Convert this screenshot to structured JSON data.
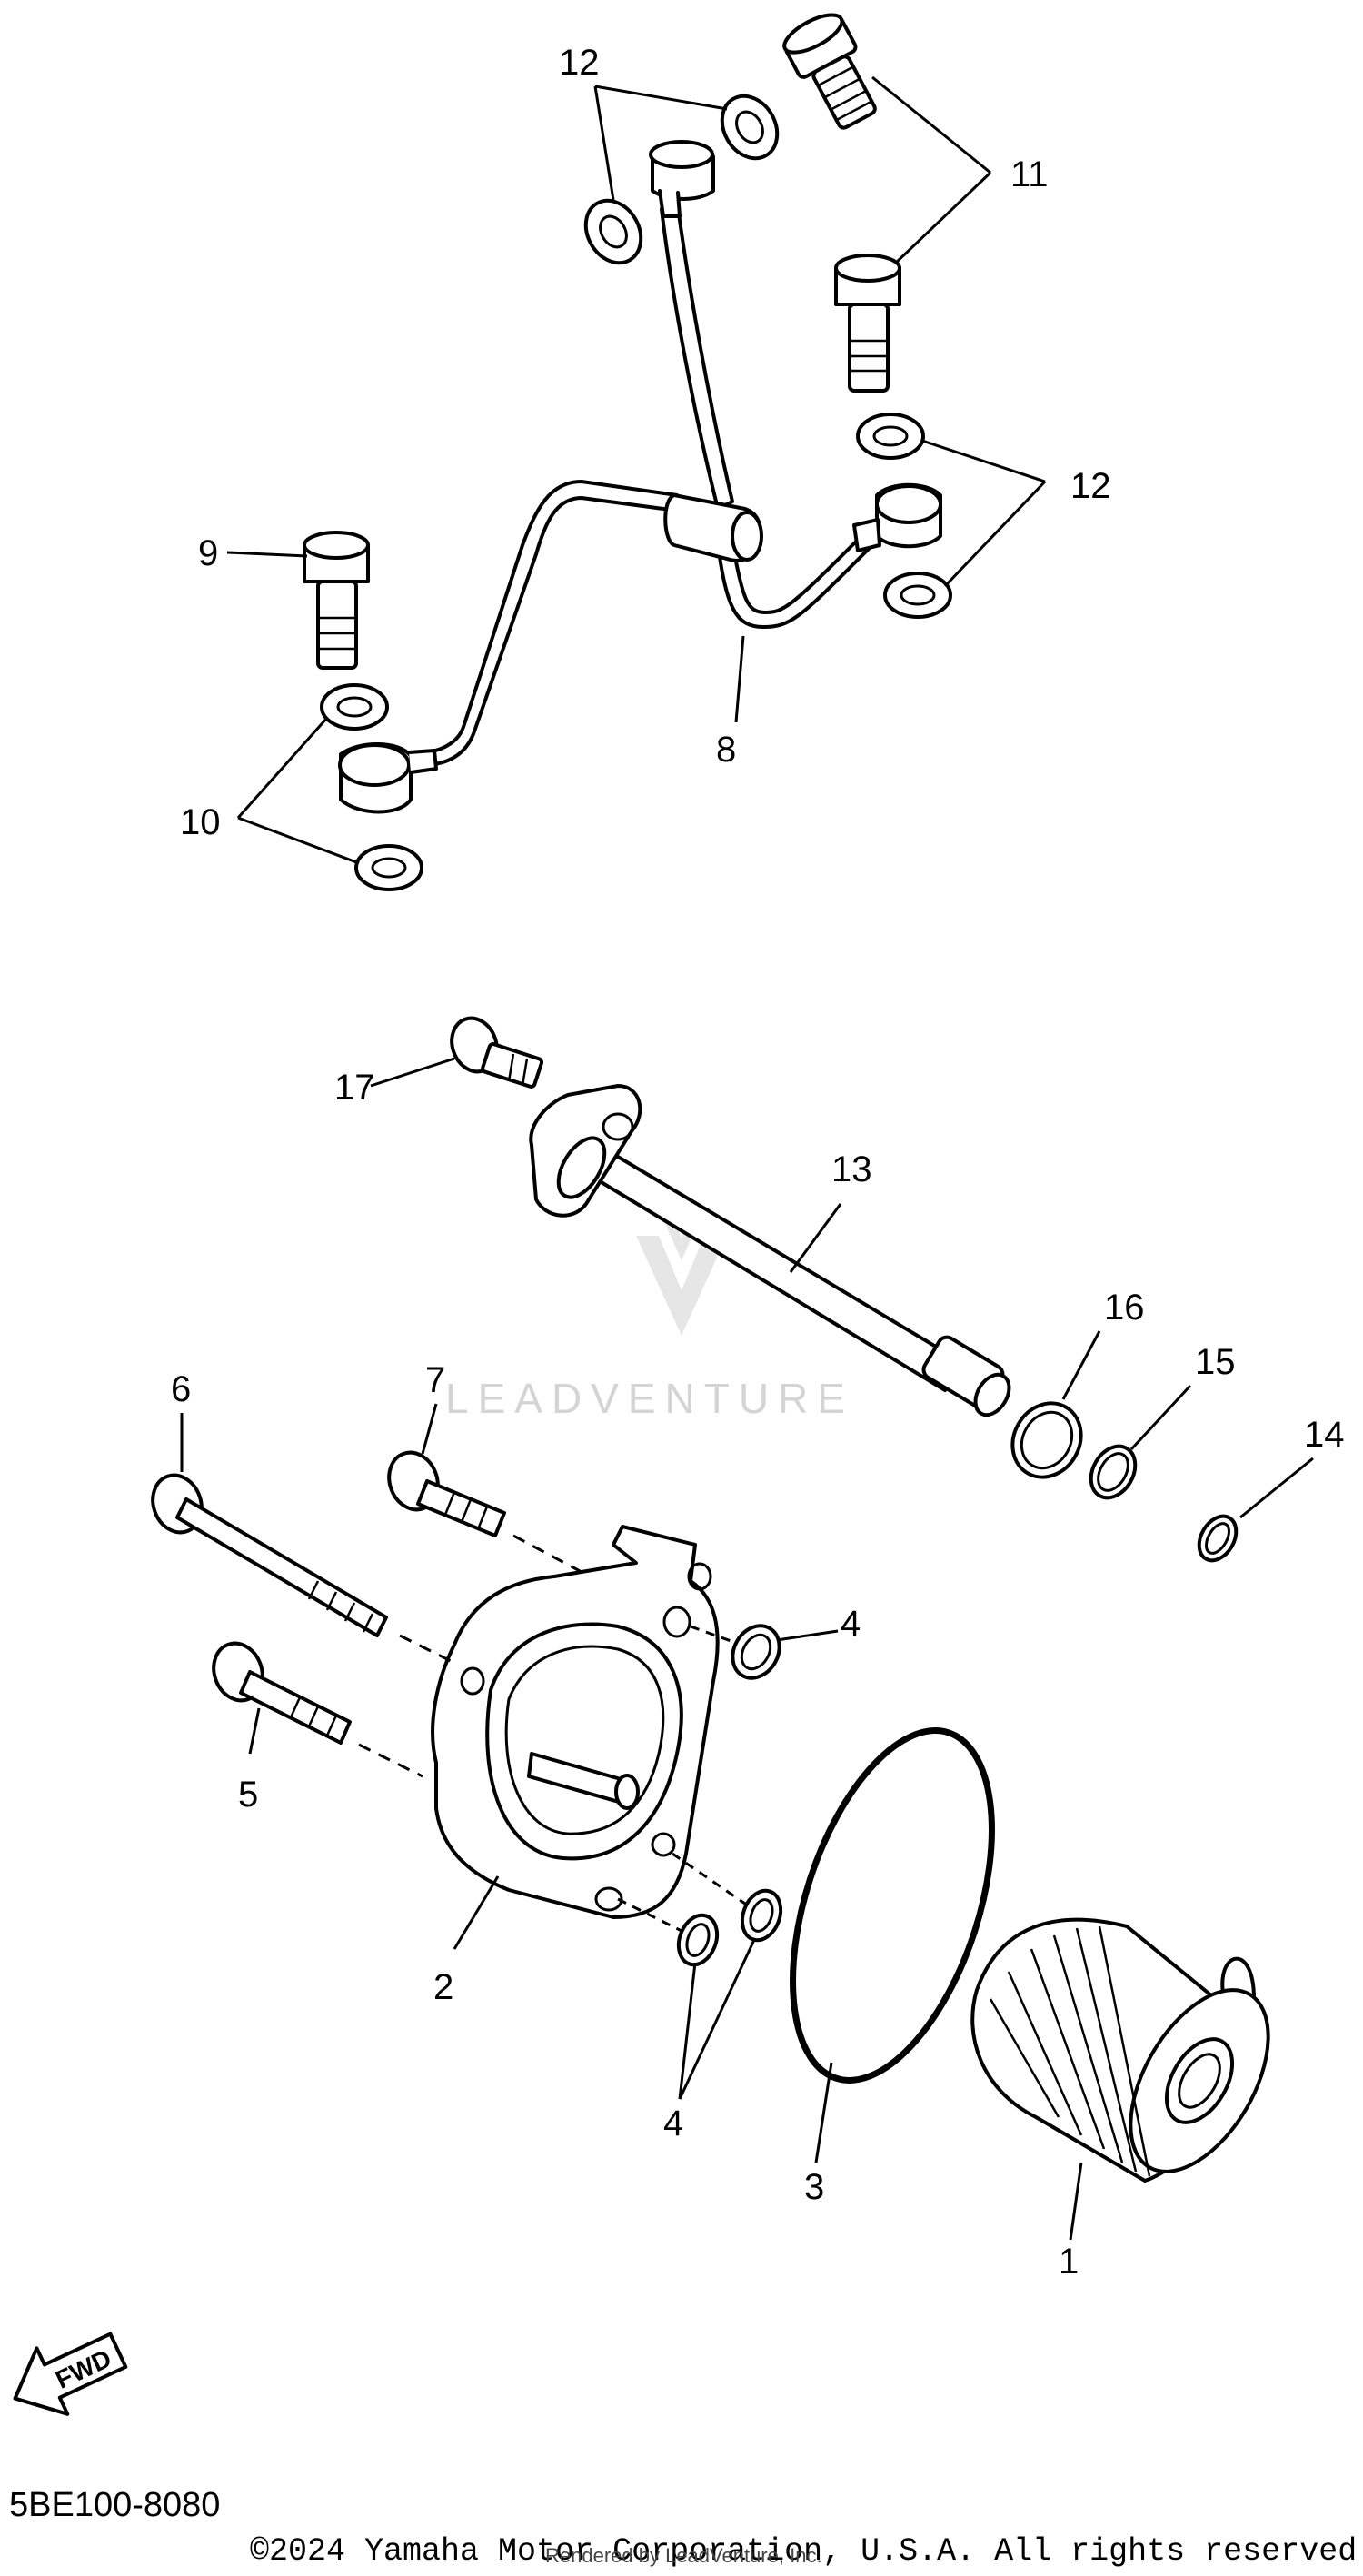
{
  "callouts": {
    "c1": "1",
    "c2": "2",
    "c3": "3",
    "c4a": "4",
    "c4b": "4",
    "c5": "5",
    "c6": "6",
    "c7": "7",
    "c8": "8",
    "c9": "9",
    "c10": "10",
    "c11": "11",
    "c12a": "12",
    "c12b": "12",
    "c13": "13",
    "c14": "14",
    "c15": "15",
    "c16": "16",
    "c17": "17"
  },
  "fwd_label": "FWD",
  "watermark": "LEADVENTURE",
  "diagram_code": "5BE100-8080",
  "copyright": "©2024 Yamaha Motor Corporation, U.S.A. All rights reserved.",
  "rendered_by": "Rendered by LeadVenture, Inc."
}
